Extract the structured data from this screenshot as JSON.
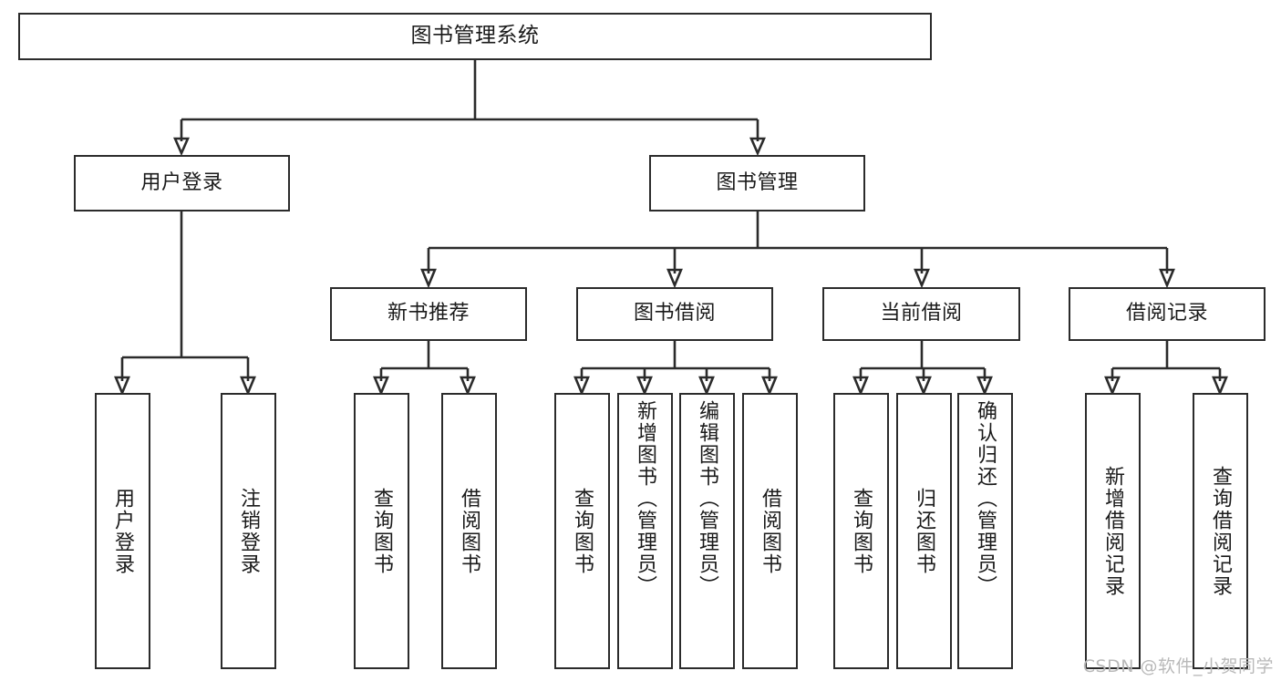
{
  "diagram": {
    "title": "图书管理系统",
    "watermark": "CSDN @软件_小贺同学",
    "arrow_color": "#2b2b2b",
    "box_border_color": "#2b2b2b",
    "box_fill_color": "#ffffff",
    "background_color": "#ffffff",
    "watermark_color": "#b9b9b9"
  },
  "nodes": {
    "root": {
      "label": "图书管理系统"
    },
    "level2": [
      {
        "label": "用户登录"
      },
      {
        "label": "图书管理"
      }
    ],
    "level3": [
      {
        "label": "新书推荐"
      },
      {
        "label": "图书借阅"
      },
      {
        "label": "当前借阅"
      },
      {
        "label": "借阅记录"
      }
    ],
    "leaves": {
      "user_login": [
        {
          "label": "用户登录"
        },
        {
          "label": "注销登录"
        }
      ],
      "new_book_recommend": [
        {
          "label": "查询图书"
        },
        {
          "label": "借阅图书"
        }
      ],
      "book_borrow": [
        {
          "label": "查询图书"
        },
        {
          "label": "新增图书（管理员）"
        },
        {
          "label": "编辑图书（管理员）"
        },
        {
          "label": "借阅图书"
        }
      ],
      "current_borrow": [
        {
          "label": "查询图书"
        },
        {
          "label": "归还图书"
        },
        {
          "label": "确认归还（管理员）"
        }
      ],
      "borrow_record": [
        {
          "label": "新增借阅记录"
        },
        {
          "label": "查询借阅记录"
        }
      ]
    }
  }
}
